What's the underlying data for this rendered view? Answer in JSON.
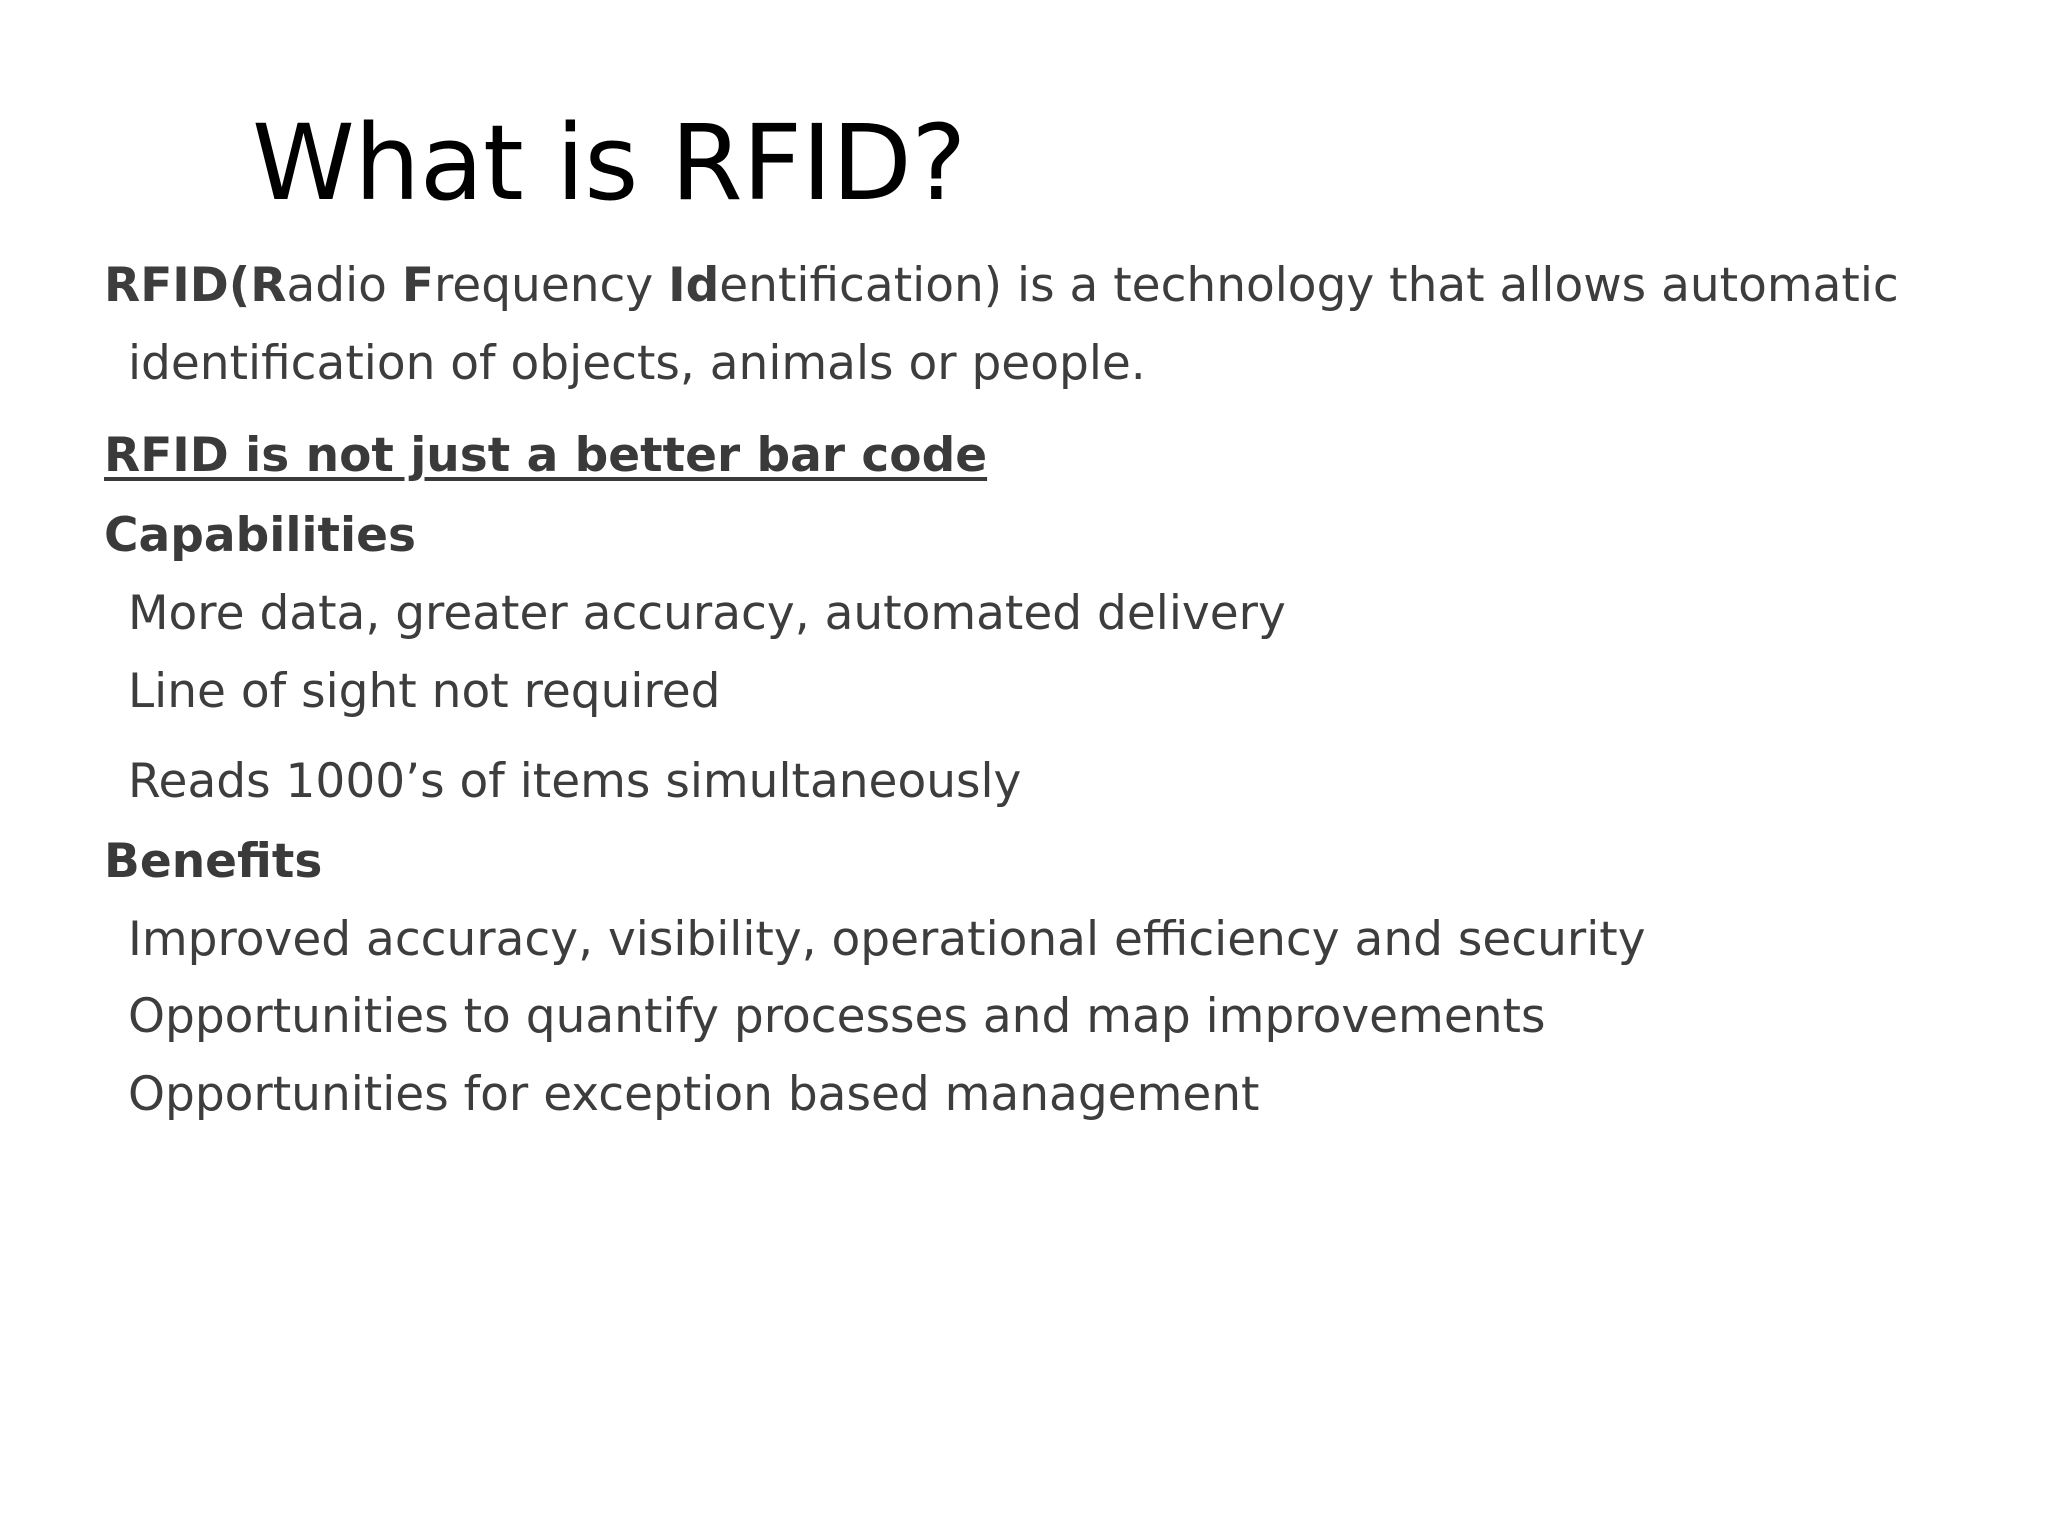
{
  "slide": {
    "title": "What is RFID?",
    "background_color": "#ffffff",
    "title_color": "#000000",
    "body_color": "#3d3d3d"
  },
  "body": {
    "intro": {
      "run_1_bold": "RFID(",
      "run_2_bold": "R",
      "run_3": "adio ",
      "run_4_bold": "F",
      "run_5": "requency ",
      "run_6_bold": "Id",
      "run_7": "entification) is a technology that allows automatic",
      "continuation": "identification of objects, animals or people."
    },
    "tagline": "RFID is not just a better bar code",
    "capabilities": {
      "heading": "Capabilities",
      "items": [
        "More data, greater accuracy, automated delivery",
        "Line of sight not required",
        "Reads 1000’s of items simultaneously"
      ]
    },
    "benefits": {
      "heading": "Benefits",
      "items": [
        "Improved accuracy, visibility, operational efficiency and security",
        "Opportunities to quantify processes and map improvements",
        "Opportunities for exception based management"
      ]
    }
  }
}
